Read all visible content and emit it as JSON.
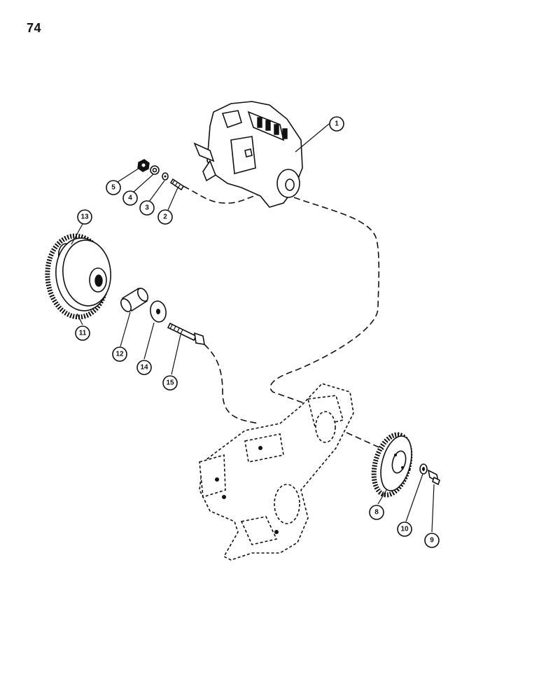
{
  "page": {
    "number": "74"
  },
  "callouts": [
    {
      "id": "c1",
      "label": "1"
    },
    {
      "id": "c2",
      "label": "2"
    },
    {
      "id": "c3",
      "label": "3"
    },
    {
      "id": "c4",
      "label": "4"
    },
    {
      "id": "c5",
      "label": "5"
    },
    {
      "id": "c8",
      "label": "8"
    },
    {
      "id": "c9",
      "label": "9"
    },
    {
      "id": "c10",
      "label": "10"
    },
    {
      "id": "c11",
      "label": "11"
    },
    {
      "id": "c12",
      "label": "12"
    },
    {
      "id": "c13",
      "label": "13"
    },
    {
      "id": "c14",
      "label": "14"
    },
    {
      "id": "c15",
      "label": "15"
    }
  ]
}
